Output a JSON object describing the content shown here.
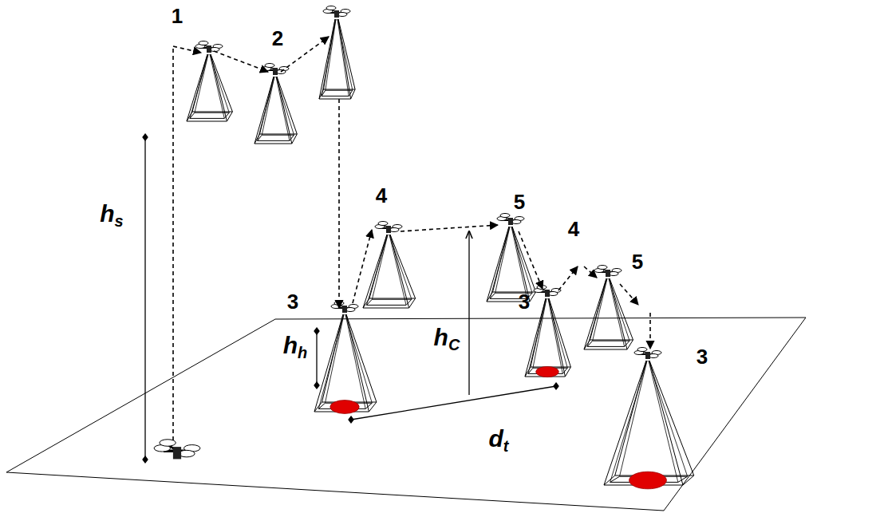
{
  "diagram": {
    "labels": [
      "1",
      "2",
      "hs",
      "4",
      "5",
      "4",
      "5",
      "3",
      "hh",
      "hC",
      "3",
      "3",
      "dt"
    ]
  }
}
